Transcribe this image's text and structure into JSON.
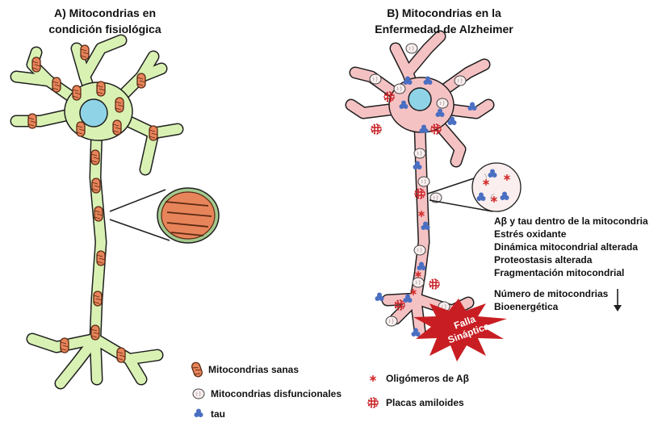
{
  "panel_a": {
    "title_line1": "A) Mitocondrias en",
    "title_line2": "condición fisiológica"
  },
  "panel_b": {
    "title_line1": "B) Mitocondrias en la",
    "title_line2": "Enfermedad de Alzheimer",
    "effects": [
      "Aβ y tau dentro de la mitocondria",
      "Estrés oxidante",
      "Dinámica mitocondrial alterada",
      "Proteostasis alterada",
      "Fragmentación mitocondrial"
    ],
    "decrease": [
      "Número de mitocondrias",
      "Bioenergética"
    ],
    "synapse_line1": "Falla",
    "synapse_line2": "Sináptica"
  },
  "legend": {
    "healthy_mito": "Mitocondrias sanas",
    "dysfunctional_mito": "Mitocondrias disfuncionales",
    "tau": "tau",
    "abeta_oligomers": "Oligómeros de Aβ",
    "amyloid_plaques": "Placas amiloides"
  },
  "colors": {
    "healthy_neuron": "#d9f2b4",
    "ad_neuron": "#f5c2c4",
    "nucleus": "#8fd3e6",
    "healthy_mito": "#e8845a",
    "dysfunctional_mito": "#f8e8e8",
    "tau": "#4a6fc2",
    "abeta": "#d42a2a",
    "synaptic_failure": "#c81e23"
  }
}
